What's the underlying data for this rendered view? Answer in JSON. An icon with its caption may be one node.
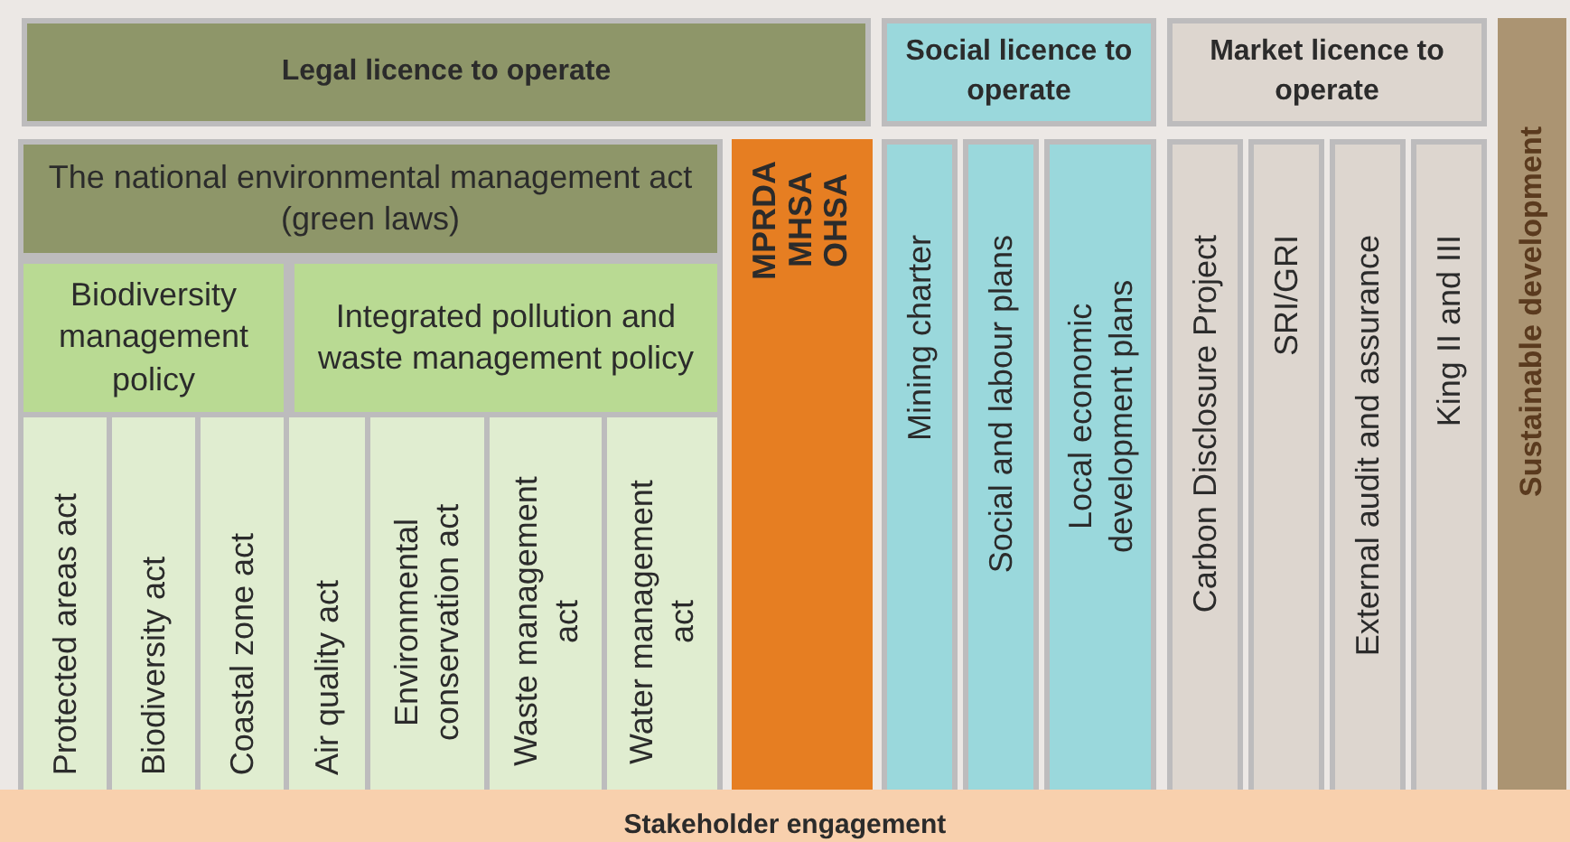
{
  "diagram": {
    "nodes": [
      {
        "text": [
          "Legal licence to operate"
        ]
      },
      {
        "text": [
          "Social licence to operate"
        ]
      },
      {
        "text": [
          "Market licence to operate"
        ]
      },
      {
        "text": [
          "Sustainable development"
        ]
      },
      {
        "text": [
          "The national environmental management act (green laws)"
        ]
      },
      {
        "text": [
          "Biodiversity management policy"
        ]
      },
      {
        "text": [
          "Integrated pollution and waste management policy"
        ]
      },
      {
        "text": [
          "Protected areas act"
        ]
      },
      {
        "text": [
          "Biodiversity act"
        ]
      },
      {
        "text": [
          "Coastal zone act"
        ]
      },
      {
        "text": [
          "Air quality act"
        ]
      },
      {
        "text": [
          "Environmental conservation act"
        ]
      },
      {
        "text": [
          "Waste management act"
        ]
      },
      {
        "text": [
          "Water management act"
        ]
      },
      {
        "text": [
          "MPRDA MHSA OHSA"
        ]
      },
      {
        "text": [
          "Mining charter"
        ]
      },
      {
        "text": [
          "Social and labour plans"
        ]
      },
      {
        "text": [
          "Local economic development plans"
        ]
      },
      {
        "text": [
          "Carbon Disclosure Project"
        ]
      },
      {
        "text": [
          "SRI/GRI"
        ]
      },
      {
        "text": [
          "External audit and assurance"
        ]
      },
      {
        "text": [
          "King II and III"
        ]
      },
      {
        "text": [
          "Stakeholder engagement"
        ]
      }
    ]
  }
}
